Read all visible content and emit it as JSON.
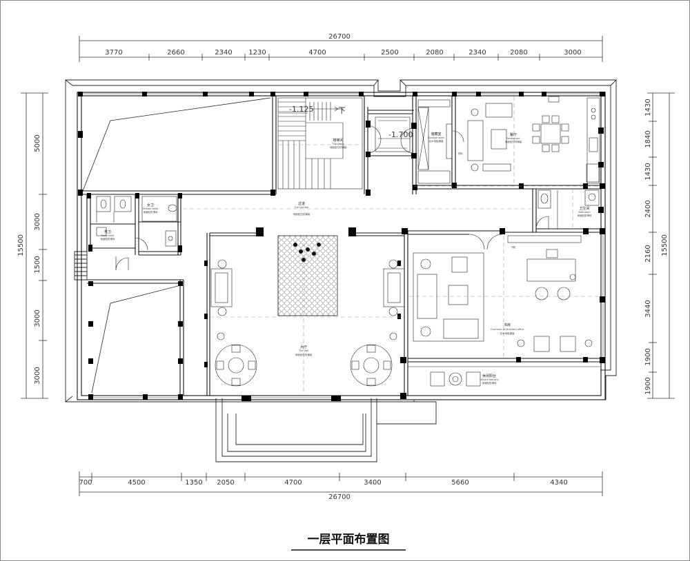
{
  "title": "一层平面布置图",
  "dimensions": {
    "top_total": "26700",
    "top": [
      "3770",
      "2660",
      "2340",
      "1230",
      "4700",
      "2500",
      "2080",
      "2340",
      "2080",
      "3000"
    ],
    "bottom_total": "26700",
    "bottom": [
      "700",
      "4500",
      "1350",
      "2050",
      "4700",
      "3400",
      "5660",
      "4340"
    ],
    "left_total": "15500",
    "left": [
      "5000",
      "3000",
      "1500",
      "3000",
      "3000"
    ],
    "right_total": "15500",
    "right": [
      "1430",
      "1840",
      "1430",
      "2400",
      "2160",
      "3440",
      "1900",
      "1900"
    ]
  },
  "levels": [
    "-1.125",
    "-1.700"
  ],
  "stair_mark": "下",
  "rooms": [
    {
      "key": "stairs",
      "zh": "楼梯间",
      "en": "The stairs",
      "note": "地面贴石材铺装"
    },
    {
      "key": "storage",
      "zh": "储藏室",
      "en": "Storage room",
      "note": "实木地板铺装"
    },
    {
      "key": "restaurant",
      "zh": "餐厅",
      "en": "Restaurant",
      "note": "地面贴石材铺装"
    },
    {
      "key": "corridor",
      "zh": "过道",
      "en": "The corridor",
      "note": "地面贴石材铺装"
    },
    {
      "key": "female_toilet",
      "zh": "女卫",
      "en": "Female toilet",
      "note": "地面贴防滑砖"
    },
    {
      "key": "male_toilet",
      "zh": "男卫",
      "en": "Male toilet",
      "note": "地面贴防滑砖"
    },
    {
      "key": "bathroom",
      "zh": "卫生间",
      "en": "Bathroom",
      "note": "地面贴防滑砖"
    },
    {
      "key": "hall",
      "zh": "大厅",
      "en": "The hall",
      "note": "地面贴石材铺装"
    },
    {
      "key": "office",
      "zh": "书房",
      "en": "Chairman of directors office",
      "note": "实木地板铺装"
    },
    {
      "key": "balcony",
      "zh": "休闲阳台",
      "en": "Leisure balcony",
      "note": "地面贴防滑砖"
    }
  ],
  "labels": {
    "cabinet": "衣柜",
    "bookcase": "书柜"
  }
}
